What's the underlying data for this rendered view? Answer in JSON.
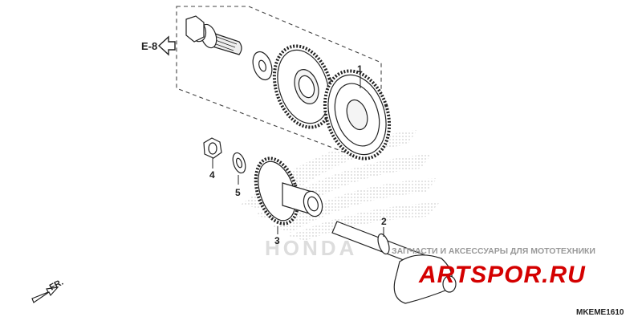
{
  "ref": {
    "label": "E-8"
  },
  "callouts": [
    "1",
    "2",
    "3",
    "4",
    "5"
  ],
  "direction": {
    "label": "FR."
  },
  "diagram_code": "MKEME1610",
  "watermark": {
    "brand": "HONDA",
    "tagline": "ЗАПЧАСТИ И АКСЕССУАРЫ ДЛЯ МОТОТЕХНИКИ",
    "site": "ARTSPOR.RU",
    "site_color": "#d40000"
  }
}
